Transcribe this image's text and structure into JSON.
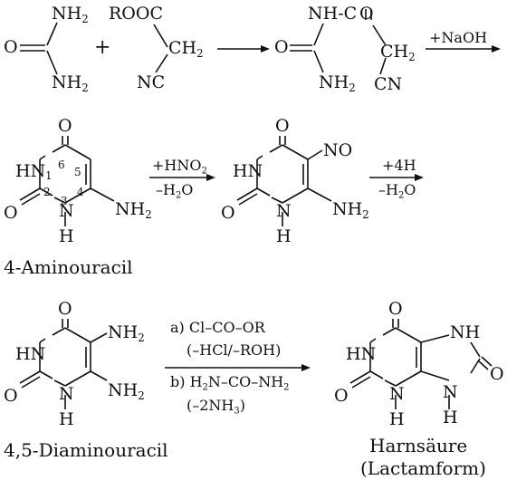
{
  "reaction": {
    "urea": {
      "nh2_top": "NH",
      "nh2_bottom": "NH",
      "o": "O",
      "sub2": "2"
    },
    "plus": "+",
    "cyanoacetate": {
      "ester": "ROOC",
      "ch2": "CH",
      "nc": "NC",
      "sub2": "2"
    },
    "ureide": {
      "nh_co": "NH-C",
      "o_top": "O",
      "o_left": "O",
      "nh2": "NH",
      "ch2": "CH",
      "cn": "CN",
      "sub2": "2"
    },
    "step1_reagent": "+NaOH"
  },
  "aminouracil": {
    "o": "O",
    "hn": "HN",
    "o_left": "O",
    "nh_bottom": "N",
    "h_bottom": "H",
    "nh2": "NH",
    "sub2": "2",
    "numbers": [
      "1",
      "2",
      "3",
      "4",
      "5",
      "6"
    ],
    "name": "4-Aminouracil"
  },
  "step2": {
    "reagent": "+HNO",
    "sub2": "2",
    "byproduct": "–H",
    "sub2b": "2",
    "byproduct_o": "O"
  },
  "nitroso": {
    "o": "O",
    "hn": "HN",
    "o_left": "O",
    "n_bottom": "N",
    "h_bottom": "H",
    "nh2": "NH",
    "sub2": "2",
    "no": "NO"
  },
  "step3": {
    "reagent": "+4H",
    "byproduct": "–H",
    "sub2": "2",
    "byproduct_o": "O"
  },
  "diaminouracil": {
    "o": "O",
    "hn": "HN",
    "o_left": "O",
    "n_bottom": "N",
    "h_bottom": "H",
    "nh2_top": "NH",
    "nh2_bottom": "NH",
    "sub2": "2",
    "name": "4,5-Diaminouracil"
  },
  "step4": {
    "a_line1": "a) Cl–CO–OR",
    "a_line2": "(–HCl/–ROH)",
    "b_line1_pre": "b) H",
    "b_line1_mid": "N–CO–NH",
    "sub2": "2",
    "b_line2_pre": "(–2NH",
    "sub3": "3",
    "b_line2_post": ")"
  },
  "uric_acid": {
    "o_top": "O",
    "hn": "HN",
    "o_left": "O",
    "n_bottom": "N",
    "h_bottom": "H",
    "nh_right": "NH",
    "n_bottom_right": "N",
    "h_bottom_right": "H",
    "o_right": "O",
    "name_line1": "Harnsäure",
    "name_line2": "(Lactamform)"
  }
}
